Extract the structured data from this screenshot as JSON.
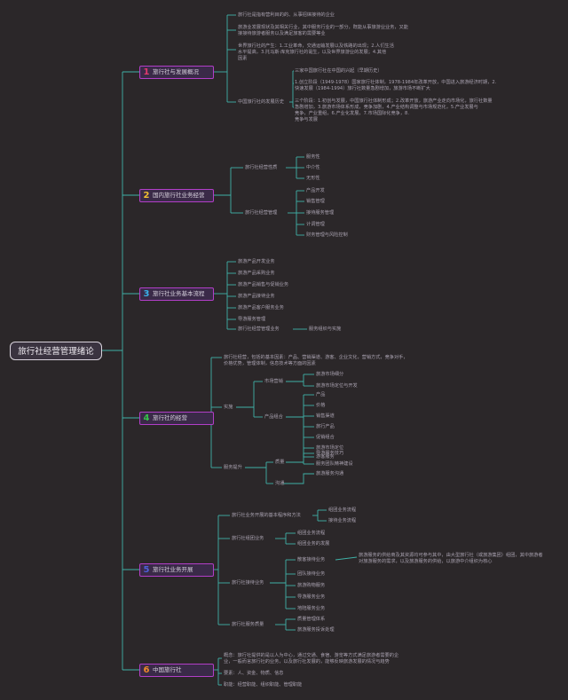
{
  "root": "旅行社经营管理绪论",
  "branches": [
    {
      "num": "1",
      "label": "旅行社与发展概况",
      "color": "#e23a6e"
    },
    {
      "num": "2",
      "label": "国内旅行社业务经营",
      "color": "#f0c030"
    },
    {
      "num": "3",
      "label": "旅行社业务基本流程",
      "color": "#3ab0e8"
    },
    {
      "num": "4",
      "label": "旅行社的经营",
      "color": "#35c24a"
    },
    {
      "num": "5",
      "label": "旅行社业务开展",
      "color": "#4f5fd8"
    },
    {
      "num": "6",
      "label": "中国旅行社",
      "color": "#f08a2a"
    }
  ],
  "b1": {
    "line1": "旅行社是指有营利目的的、从事招徕接待的企业",
    "line2a": "旅游业发展现状及其相关行业，其中服务行业的一部分，既能从事旅游业业务，又能",
    "line2b": "接接待旅游者服务以及满足旅客的需要等业",
    "line3a": "世界旅行社的产生：1.工业革命，交通运输发展以及铁路的出现；2.人们生活",
    "line3b": "水平提高，3.托马斯·库克旅行社的诞生，以及世界旅游业的发展；4.其他",
    "line3c": "因素",
    "cn_label": "中国旅行社的发展历史",
    "cn1": "三家中国旅行社在中国的兴起（早期历史）",
    "cn2a": "1.创立阶段（1949-1978）国家旅行社体制，1978-1984年改革开放，中国进入旅游经济时期，2.",
    "cn2b": "快速发展（1984-1994）旅行社数量急剧增加，旅游市场不断扩大",
    "cn3a": "三个阶段：1.初创与发展，中国旅行社体制形成；2.改革开放，旅游产业走向市场化，旅行社数量",
    "cn3b": "急剧增加，3.旅游市场体系形成，竞争加剧，4.产业结构调整与市场规范化，5.产业发展与",
    "cn3c": "竞争，产业重组，6.产业化发展，7.市场国际化竞争，8.",
    "cn3d": "竞争与发展"
  },
  "b2": {
    "g1": "旅行社经营性质",
    "g1_items": [
      "服务性",
      "中介性",
      "无形性"
    ],
    "g2": "旅行社经营管理",
    "g2_items": [
      "产品开发",
      "销售管理",
      "接待服务管理",
      "计调管理",
      "财务管理与风险控制"
    ]
  },
  "b3": {
    "items": [
      "旅游产品开发业务",
      "旅游产品采购业务",
      "旅游产品销售与促销业务",
      "旅游产品接待业务",
      "旅游产品客户服务业务",
      "导游服务管理",
      "旅行社经营管理业务"
    ],
    "last_child": "服务组织与实施"
  },
  "b4": {
    "intro_a": "旅行社经营，包括的基本因素：产品、营销渠道、游客、企业文化，营销方式，竞争对手，",
    "intro_b": "价格优势，管理体制，信息技术等方面的因素",
    "node_a": "实施",
    "node_a1": "市场营销",
    "node_a1_items": [
      "旅游市场细分",
      "旅游市场定位与开发"
    ],
    "node_a2": "产品组合",
    "node_a2_items": [
      "产品",
      "价格",
      "销售渠道",
      "旅行产品",
      "促销组合",
      "旅游市场定位",
      "游客服务"
    ],
    "node_b": "服务提升",
    "node_b1": "质量",
    "node_b1_items": [
      "导游服务技巧",
      "服务团队精神建设"
    ],
    "node_b2": "沟通",
    "node_b2_items": [
      "旅游服务沟通"
    ]
  },
  "b5": {
    "g1": "旅行社业务开展的基本程序和方法",
    "g1_items": [
      "组团业务流程",
      "接待业务流程"
    ],
    "g2": "旅行社组团业务",
    "g2_items": [
      "组团业务流程",
      "组团业务的发展"
    ],
    "g3": "旅行社接待业务",
    "g3_items": [
      "散客接待业务",
      "团队接待业务",
      "旅游购物服务",
      "导游服务业务",
      "地陪服务业务"
    ],
    "g3_note_a": "旅游服务的供给商及其资源均可参与其中，由大型旅行社（或旅游集团）组团，其中旅游者",
    "g3_note_b": "对旅游服务的需求，以及旅游服务的供给，以旅游中介组织为核心",
    "g4": "旅行社服务质量",
    "g4_items": [
      "质量管理体系",
      "旅游服务投诉处理"
    ]
  },
  "b6": {
    "l1a": "概念：旅行社提供的是以人为中心，通过交通、食宿、游览等方式满足旅游者需要的企",
    "l1b": "业，一般而言旅行社的业务，以及旅行社发展的，能够反映旅游发展的情况与趋势",
    "l2": "要素：人、资金、物质、信息",
    "l3": "职能：经营职能、组织职能、管理职能"
  }
}
